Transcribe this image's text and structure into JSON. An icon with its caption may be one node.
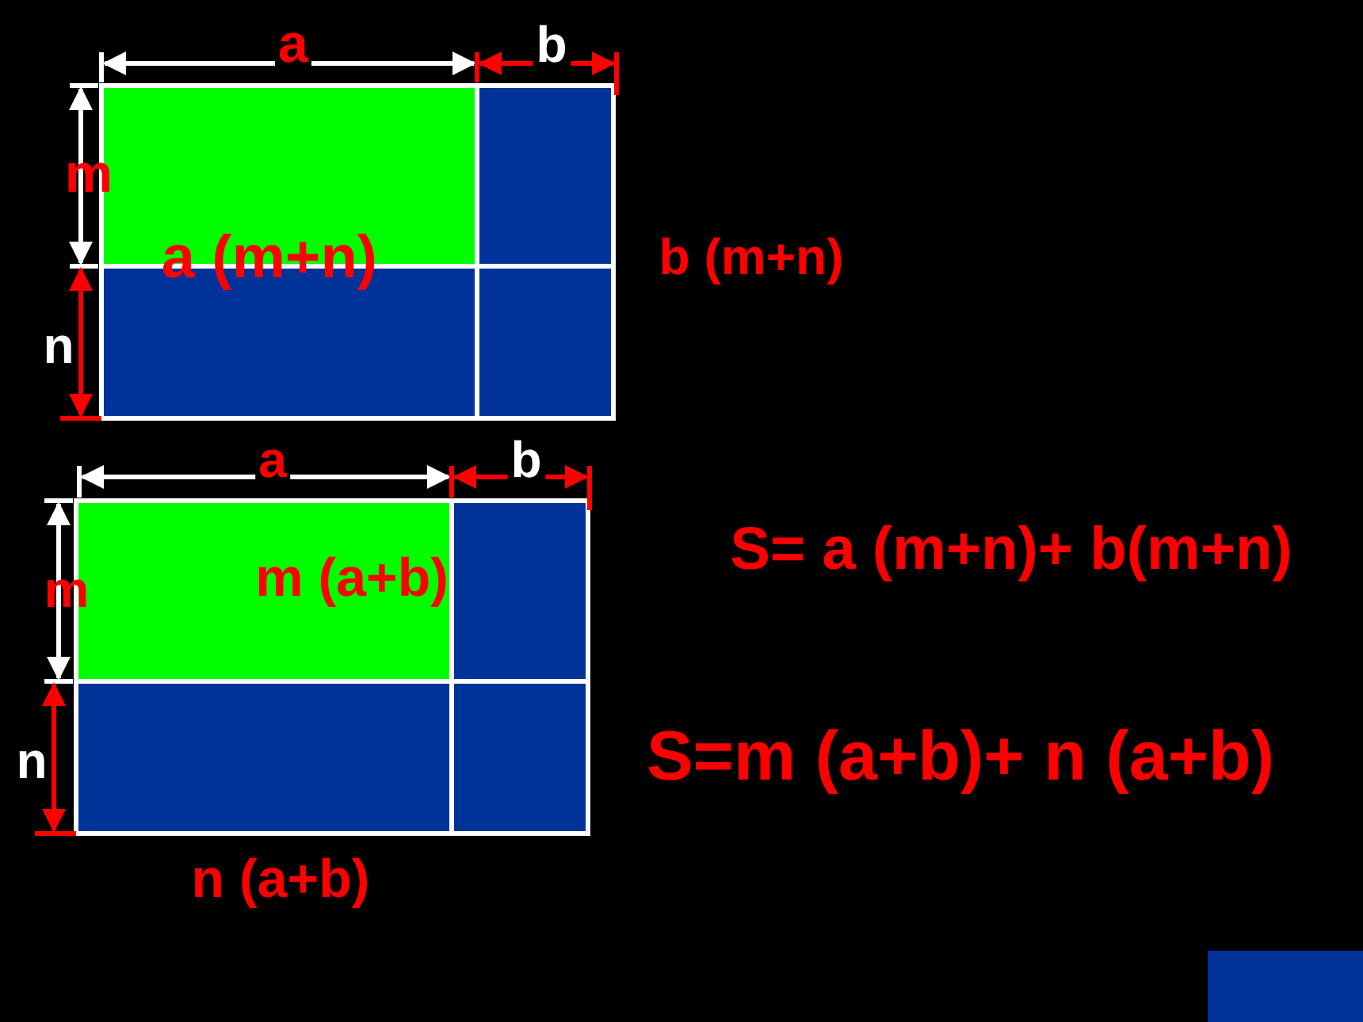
{
  "diagram": {
    "labels": [
      "a",
      "b",
      "m",
      "a (m+n)",
      "b (m+n)",
      "n",
      "a",
      "b",
      "S= a (m+n)+ b(m+n)",
      "m",
      "m (a+b)",
      "n",
      "S=m (a+b)+ n (a+b)",
      "n (a+b)"
    ]
  }
}
